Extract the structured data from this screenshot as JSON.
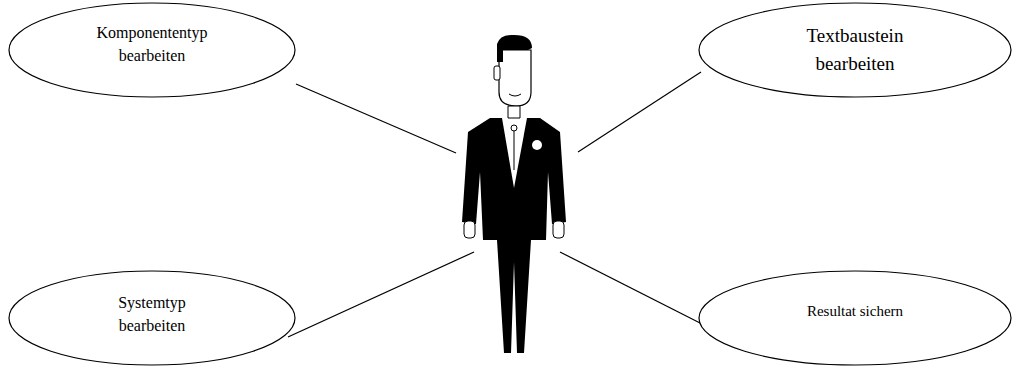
{
  "diagram": {
    "nodes": [
      {
        "text": [
          "Komponententyp bearbeiten"
        ]
      },
      {
        "text": [
          "Textbaustein bearbeiten"
        ]
      },
      {
        "text": [
          "Systemtyp bearbeiten"
        ]
      },
      {
        "text": [
          "Resultat sichern"
        ]
      }
    ]
  }
}
